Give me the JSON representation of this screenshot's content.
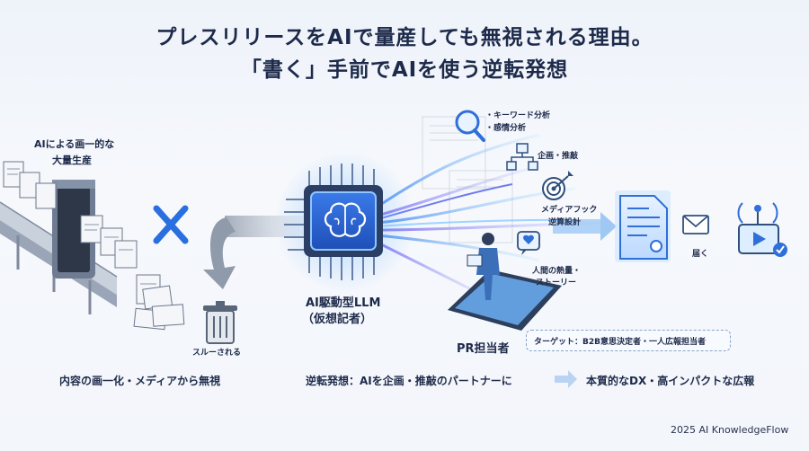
{
  "title": {
    "line1": "プレスリリースをAIで量産しても無視される理由。",
    "line2": "「書く」手前でAIを使う逆転発想"
  },
  "left": {
    "label_line1": "AIによる画一的な",
    "label_line2": "大量生産",
    "trash_label": "スルーされる"
  },
  "center": {
    "chip_label_line1": "AI駆動型LLM",
    "chip_label_line2": "（仮想記者）"
  },
  "analysis": {
    "keyword": "・キーワード分析",
    "sentiment": "・感情分析",
    "planning": "企画・推敲",
    "media_line1": "メディアフック",
    "media_line2": "逆算設計",
    "human_line1": "人間の熱量・",
    "human_line2": "ストーリー"
  },
  "person": {
    "label": "PR担当者",
    "target": "ターゲット：B2B意思決定者・一人広報担当者"
  },
  "right": {
    "deliver": "届く"
  },
  "bottom": {
    "left": "内容の画一化・メディアから無視",
    "center": "逆転発想：AIを企画・推敲のパートナーに",
    "right": "本質的なDX・高インパクトな広報"
  },
  "footer": "2025 AI KnowledgeFlow",
  "colors": {
    "accent": "#2f7be8",
    "cross": "#2a6fe0",
    "title": "#1d2a4a"
  }
}
